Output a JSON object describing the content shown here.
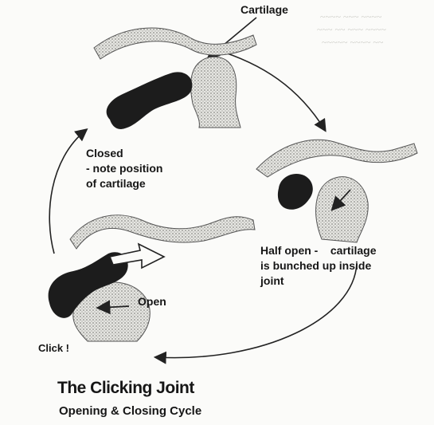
{
  "labels": {
    "cartilage": "Cartilage",
    "closed": [
      "Closed",
      "- note position",
      "of cartilage"
    ],
    "half_open": [
      "Half open -    cartilage",
      "is bunched up inside",
      "joint"
    ],
    "open": "Open",
    "click": "Click !"
  },
  "title": "The Clicking Joint",
  "subtitle": "Opening & Closing Cycle",
  "stages": [
    {
      "name": "Closed"
    },
    {
      "name": "Half open"
    },
    {
      "name": "Open"
    }
  ]
}
